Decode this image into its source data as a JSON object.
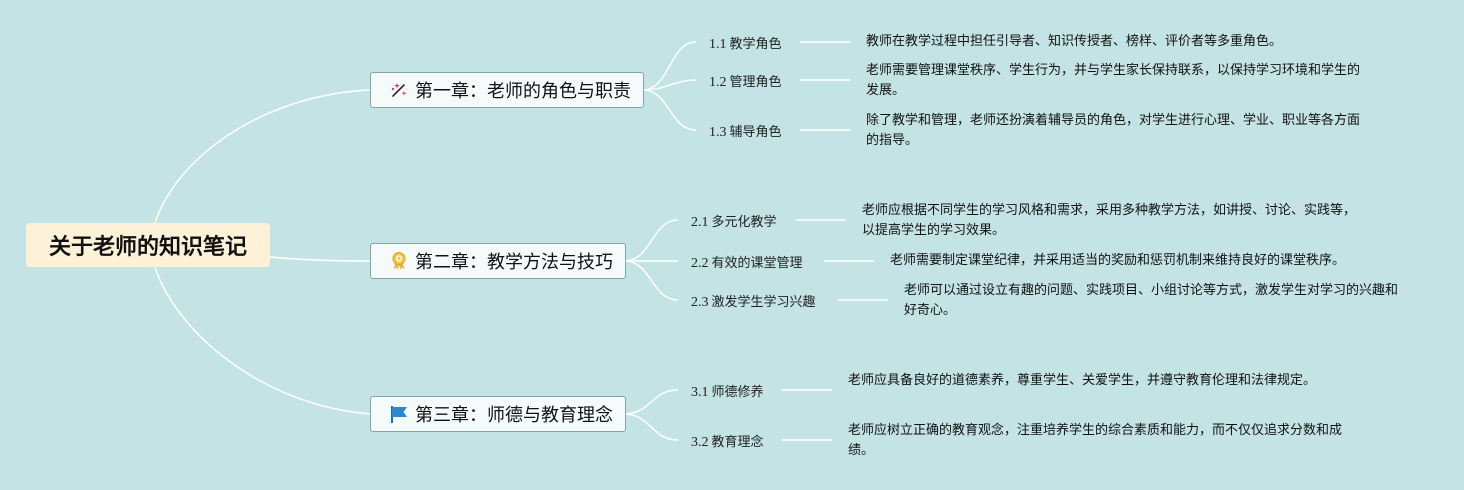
{
  "root": {
    "title": "关于老师的知识笔记"
  },
  "chapters": [
    {
      "label": "第一章：老师的角色与职责",
      "icon": "sparkle-icon",
      "items": [
        {
          "num": "1.1",
          "label": "教学角色",
          "desc": "教师在教学过程中担任引导者、知识传授者、榜样、评价者等多重角色。"
        },
        {
          "num": "1.2",
          "label": "管理角色",
          "desc": "老师需要管理课堂秩序、学生行为，并与学生家长保持联系，以保持学习环境和学生的发展。"
        },
        {
          "num": "1.3",
          "label": "辅导角色",
          "desc": "除了教学和管理，老师还扮演着辅导员的角色，对学生进行心理、学业、职业等各方面的指导。"
        }
      ]
    },
    {
      "label": "第二章：教学方法与技巧",
      "icon": "medal-icon",
      "items": [
        {
          "num": "2.1",
          "label": "多元化教学",
          "desc": "老师应根据不同学生的学习风格和需求，采用多种教学方法，如讲授、讨论、实践等，以提高学生的学习效果。"
        },
        {
          "num": "2.2",
          "label": "有效的课堂管理",
          "desc": "老师需要制定课堂纪律，并采用适当的奖励和惩罚机制来维持良好的课堂秩序。"
        },
        {
          "num": "2.3",
          "label": "激发学生学习兴趣",
          "desc": "老师可以通过设立有趣的问题、实践项目、小组讨论等方式，激发学生对学习的兴趣和好奇心。"
        }
      ]
    },
    {
      "label": "第三章：师德与教育理念",
      "icon": "flag-icon",
      "items": [
        {
          "num": "3.1",
          "label": "师德修养",
          "desc": "老师应具备良好的道德素养，尊重学生、关爱学生，并遵守教育伦理和法律规定。"
        },
        {
          "num": "3.2",
          "label": "教育理念",
          "desc": "老师应树立正确的教育观念，注重培养学生的综合素质和能力，而不仅仅追求分数和成绩。"
        }
      ]
    }
  ],
  "colors": {
    "background": "#c3e3e4",
    "line": "#ffffff",
    "node_border": "#7fa5a5",
    "root_fill": "#fdf2d8"
  }
}
